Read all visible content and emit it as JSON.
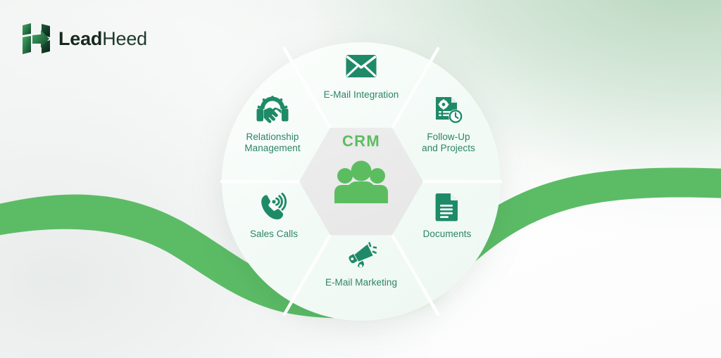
{
  "brand": {
    "logo_mark": "arrow-chevron-logo-mark",
    "name_bold": "Lead",
    "name_light": "Heed"
  },
  "colors": {
    "icon_dark_green": "#1f8a68",
    "label_green": "#2b8468",
    "accent_light_green": "#5cbd60",
    "wave_green": "#5cbc66",
    "hub_fill": "#ebebeb",
    "segment_fill": "#f3faf6"
  },
  "diagram": {
    "center": {
      "title": "CRM",
      "icon": "people-group-icon"
    },
    "segments": [
      {
        "id": "email-integration",
        "label": "E-Mail Integration",
        "lines": [
          "E-Mail Integration"
        ],
        "icon": "envelope-icon"
      },
      {
        "id": "followup-projects",
        "label": "Follow-Up and Projects",
        "lines": [
          "Follow-Up",
          "and Projects"
        ],
        "icon": "document-gear-clock-icon"
      },
      {
        "id": "documents",
        "label": "Documents",
        "lines": [
          "Documents"
        ],
        "icon": "document-lines-icon"
      },
      {
        "id": "email-marketing",
        "label": "E-Mail Marketing",
        "lines": [
          "E-Mail Marketing"
        ],
        "icon": "megaphone-icon"
      },
      {
        "id": "sales-calls",
        "label": "Sales Calls",
        "lines": [
          "Sales Calls"
        ],
        "icon": "phone-signal-icon"
      },
      {
        "id": "relationship-management",
        "label": "Relationship Management",
        "lines": [
          "Relationship",
          "Management"
        ],
        "icon": "handshake-gear-icon"
      }
    ]
  }
}
